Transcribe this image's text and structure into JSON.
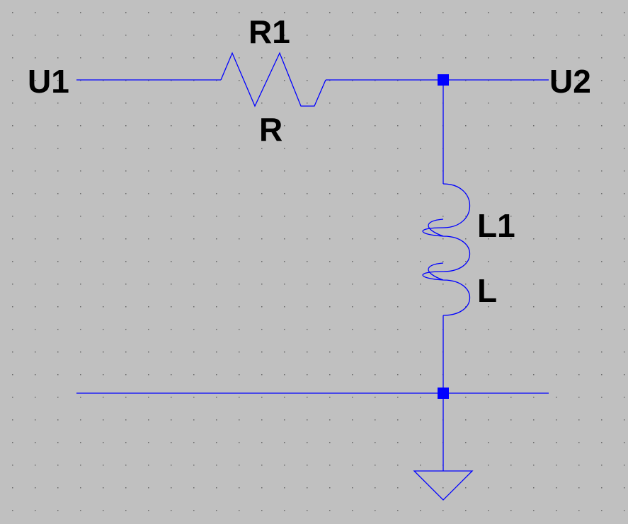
{
  "schematic": {
    "background_color": "#c0c0c0",
    "wire_color": "#0000ff",
    "text_color": "#000000",
    "net_labels": {
      "input": "U1",
      "output": "U2"
    },
    "components": {
      "resistor": {
        "ref": "R1",
        "value": "R",
        "symbol": "resistor-icon"
      },
      "inductor": {
        "ref": "L1",
        "value": "L",
        "symbol": "inductor-icon"
      },
      "ground": {
        "symbol": "ground-icon"
      }
    }
  }
}
